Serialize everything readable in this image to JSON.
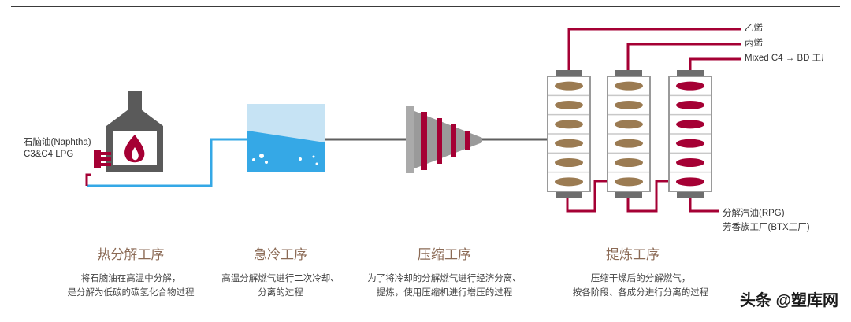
{
  "colors": {
    "feed_line": "#a50034",
    "water_line": "#35a8e6",
    "gray_line": "#5f5f5f",
    "furnace": "#5a5a5a",
    "tray_brown": "#9b7b52",
    "tray_red": "#a50034",
    "stage_title": "#8b6a55"
  },
  "icons": {
    "furnace": "furnace-icon",
    "flame": "flame-icon",
    "quench": "quench-tank-icon",
    "compressor": "compressor-icon",
    "column": "distillation-column-icon"
  },
  "feed": {
    "line1": "石脑油(Naphtha)",
    "line2": "C3&C4 LPG"
  },
  "outputs": {
    "ethylene": "乙烯",
    "propylene": "丙烯",
    "mixed_c4": "Mixed C4 → BD 工厂",
    "rpg": "分解汽油(RPG)",
    "btx": "芳香族工厂(BTX工厂)"
  },
  "stages": [
    {
      "title": "热分解工序",
      "desc1": "将石脑油在高温中分解，",
      "desc2": "是分解为低碳的碳氢化合物过程"
    },
    {
      "title": "急冷工序",
      "desc1": "高温分解燃气进行二次冷却、",
      "desc2": "分离的过程"
    },
    {
      "title": "压缩工序",
      "desc1": "为了将冷却的分解燃气进行经济分离、",
      "desc2": "提炼，使用压缩机进行增压的过程"
    },
    {
      "title": "提炼工序",
      "desc1": "压缩干燥后的分解燃气，",
      "desc2": "按各阶段、各成分进行分离的过程"
    }
  ],
  "watermark": "头条 @塑库网"
}
